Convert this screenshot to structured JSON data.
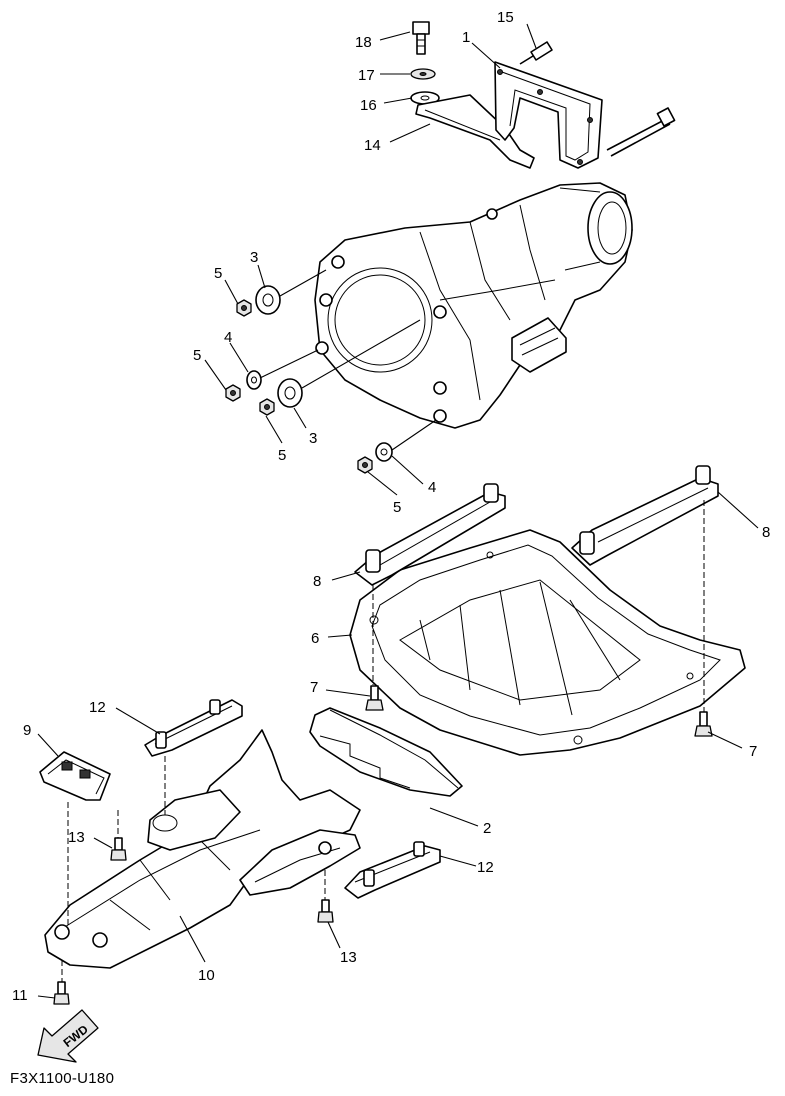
{
  "figure_code": "F3X1100-U180",
  "fwd_label": "FWD",
  "callouts": {
    "c1": "1",
    "c2": "2",
    "c3a": "3",
    "c3b": "3",
    "c4a": "4",
    "c4b": "4",
    "c5a": "5",
    "c5b": "5",
    "c5c": "5",
    "c5d": "5",
    "c6": "6",
    "c7a": "7",
    "c7b": "7",
    "c8a": "8",
    "c8b": "8",
    "c9": "9",
    "c10": "10",
    "c11": "11",
    "c12a": "12",
    "c12b": "12",
    "c13a": "13",
    "c13b": "13",
    "c14": "14",
    "c15": "15",
    "c16": "16",
    "c17": "17",
    "c18": "18"
  }
}
